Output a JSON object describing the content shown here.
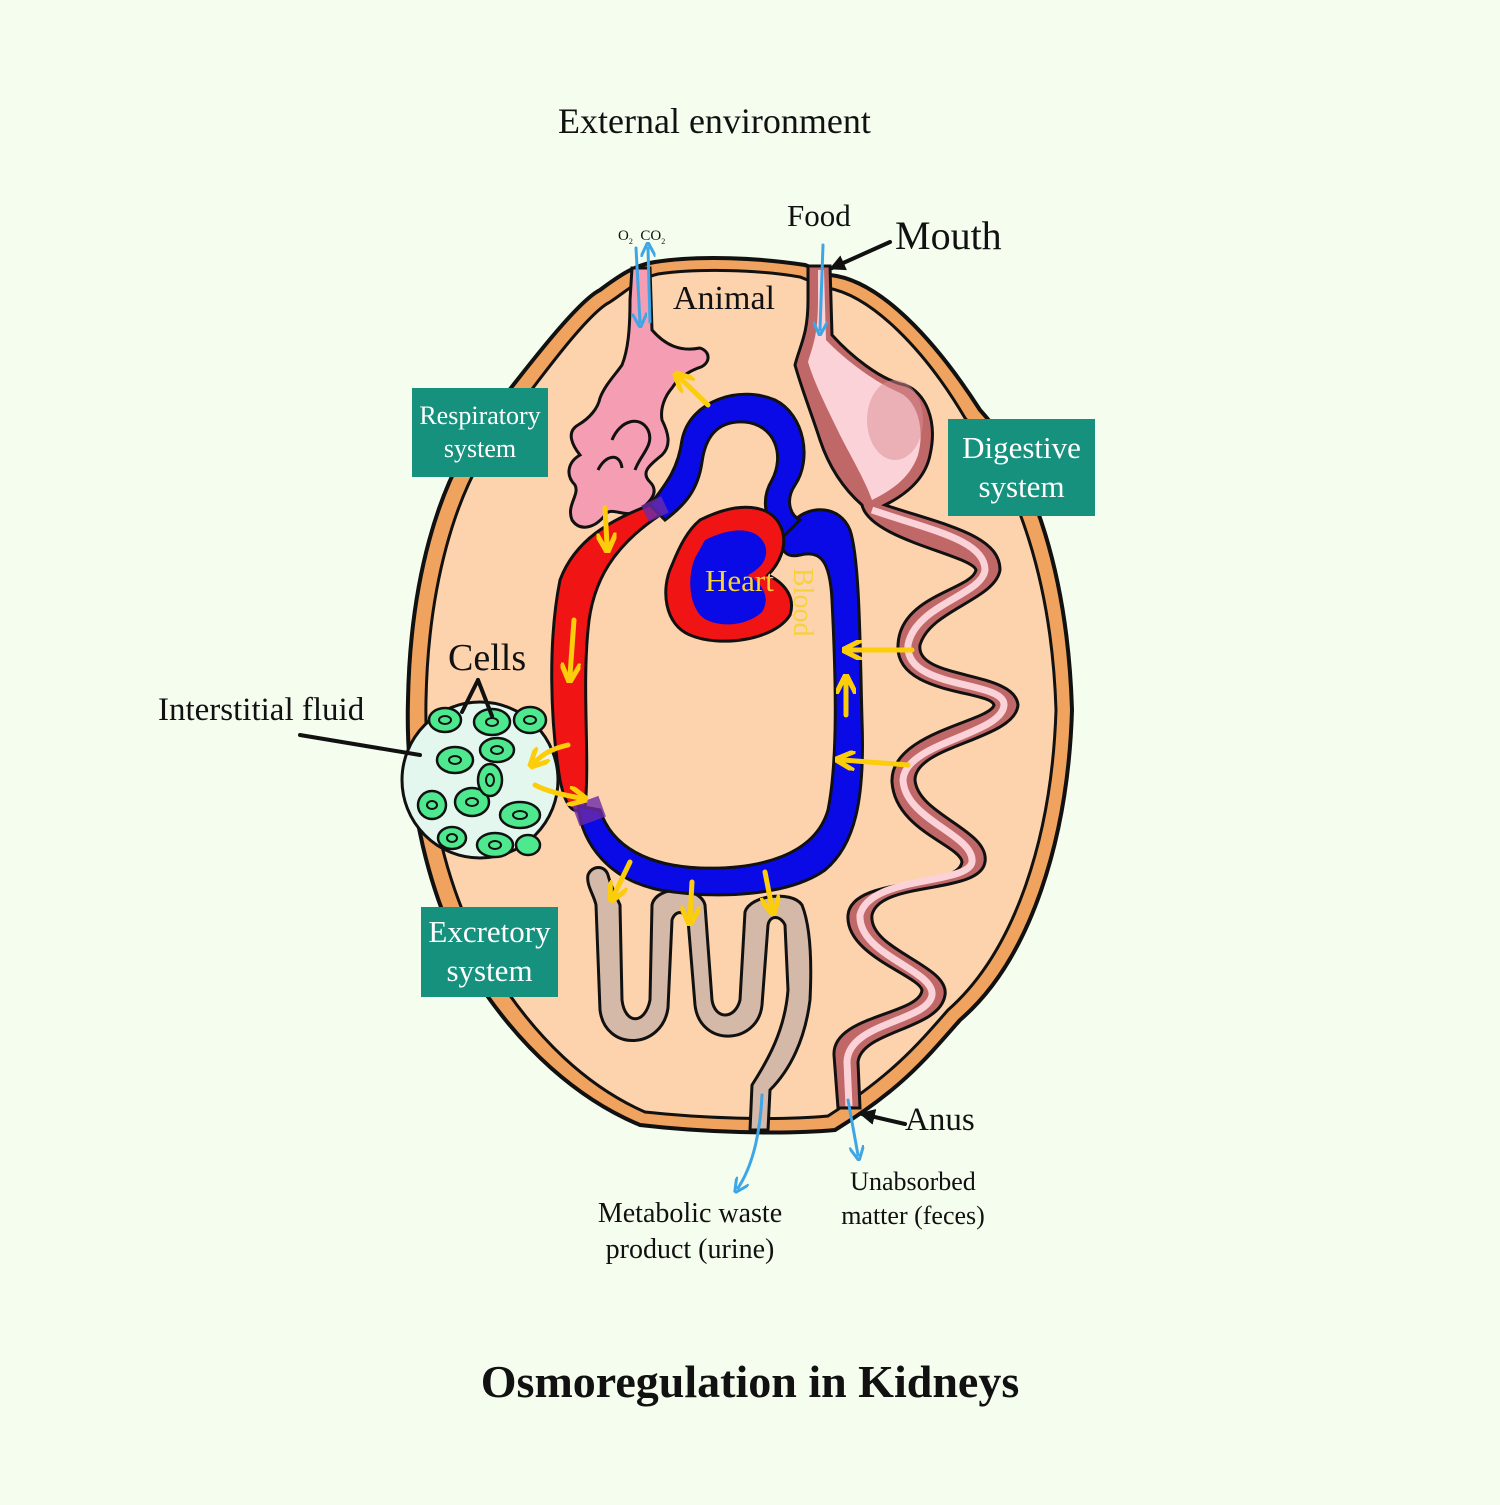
{
  "title": "Osmoregulation in Kidneys",
  "labels": {
    "external_environment": "External environment",
    "animal": "Animal",
    "food": "Food",
    "mouth": "Mouth",
    "o2": "O",
    "o2_sub": "2",
    "co2": "CO",
    "co2_sub": "2",
    "cells": "Cells",
    "interstitial_fluid": "Interstitial fluid",
    "heart": "Heart",
    "blood": "Blood",
    "anus": "Anus",
    "urine_line1": "Metabolic waste",
    "urine_line2": "product (urine)",
    "feces_line1": "Unabsorbed",
    "feces_line2": "matter (feces)"
  },
  "systems": {
    "respiratory": {
      "line1": "Respiratory",
      "line2": "system"
    },
    "digestive": {
      "line1": "Digestive",
      "line2": "system"
    },
    "excretory": {
      "line1": "Excretory",
      "line2": "system"
    }
  },
  "colors": {
    "background": "#f4fdee",
    "body_fill": "#fdd3ad",
    "body_border": "#f0a35e",
    "system_box": "#15917e",
    "oxygenated_blood": "#f01414",
    "deoxygenated_blood": "#0a0ae6",
    "flow_arrow": "#fccd0a",
    "exchange_arrow": "#3fa6e6",
    "lungs": "#f49db3",
    "intestine": "#c06868",
    "kidney": "#d4b8a8",
    "cells": "#4ee88f",
    "heart_label": "#f5d23c"
  }
}
